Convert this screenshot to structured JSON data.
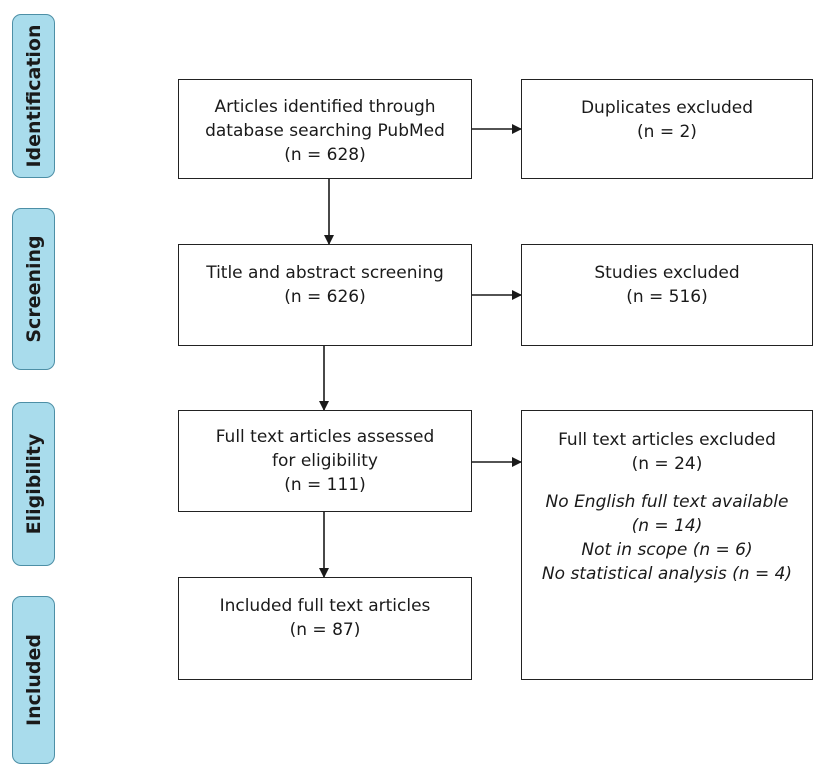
{
  "stages": {
    "identification": "Identification",
    "screening": "Screening",
    "eligibility": "Eligibility",
    "included": "Included"
  },
  "boxes": {
    "identified": {
      "lines": [
        "Articles identified through",
        "database searching PubMed",
        "(n = 628)"
      ]
    },
    "duplicates": {
      "lines": [
        "Duplicates excluded",
        "(n = 2)"
      ]
    },
    "screening": {
      "lines": [
        "Title and abstract screening",
        "(n = 626)"
      ]
    },
    "studies_excluded": {
      "lines": [
        "Studies excluded",
        "(n = 516)"
      ]
    },
    "fulltext_assessed": {
      "lines": [
        "Full text articles assessed",
        "for eligibility",
        "(n = 111)"
      ]
    },
    "fulltext_excluded": {
      "lines": [
        "Full text articles excluded",
        "(n = 24)"
      ],
      "reasons": [
        "No English full text available",
        "(n = 14)",
        "Not in scope (n = 6)",
        "No statistical analysis (n = 4)"
      ]
    },
    "included": {
      "lines": [
        "Included full text articles",
        "(n = 87)"
      ]
    }
  }
}
